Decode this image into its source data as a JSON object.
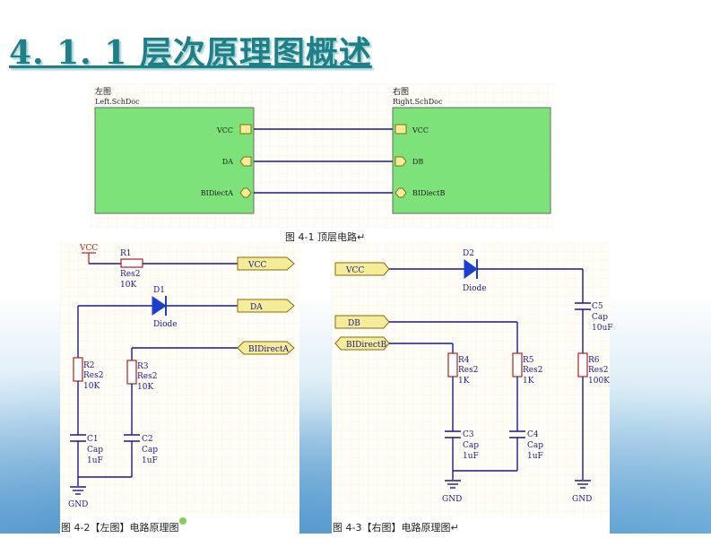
{
  "slide": {
    "title": "4. 1. 1  层次原理图概述"
  },
  "top_figure": {
    "left_sheet": {
      "name_cn": "左图",
      "file": "Left.SchDoc",
      "ports": [
        "VCC",
        "DA",
        "BIDiectA"
      ]
    },
    "right_sheet": {
      "name_cn": "右图",
      "file": "Right.SchDoc",
      "ports": [
        "VCC",
        "DB",
        "BIDiectB"
      ]
    },
    "caption": "图 4-1 顶层电路↵"
  },
  "left_figure": {
    "vcc_power": "VCC",
    "gnd": "GND",
    "r1": {
      "ref": "R1",
      "type": "Res2",
      "value": "10K"
    },
    "d1": {
      "ref": "D1",
      "type": "Diode"
    },
    "r2": {
      "ref": "R2",
      "type": "Res2",
      "value": "10K"
    },
    "r3": {
      "ref": "R3",
      "type": "Res2",
      "value": "10K"
    },
    "c1": {
      "ref": "C1",
      "type": "Cap",
      "value": "1uF"
    },
    "c2": {
      "ref": "C2",
      "type": "Cap",
      "value": "1uF"
    },
    "ports": {
      "vcc": "VCC",
      "da": "DA",
      "bidir": "BIDirectA"
    },
    "caption": "图 4-2【左图】电路原理图"
  },
  "right_figure": {
    "gnd1": "GND",
    "gnd2": "GND",
    "d2": {
      "ref": "D2",
      "type": "Diode"
    },
    "c5": {
      "ref": "C5",
      "type": "Cap",
      "value": "10uF"
    },
    "r4": {
      "ref": "R4",
      "type": "Res2",
      "value": "1K"
    },
    "r5": {
      "ref": "R5",
      "type": "Res2",
      "value": "1K"
    },
    "r6": {
      "ref": "R6",
      "type": "Res2",
      "value": "100K"
    },
    "c3": {
      "ref": "C3",
      "type": "Cap",
      "value": "1uF"
    },
    "c4": {
      "ref": "C4",
      "type": "Cap",
      "value": "1uF"
    },
    "ports": {
      "vcc": "VCC",
      "db": "DB",
      "bidir": "BIDirectB"
    },
    "caption": "图 4-3【右图】电路原理图↵"
  },
  "colors": {
    "title": "#1f7f86",
    "sheet_fill": "#7ee27a",
    "wire": "#1a1a8c",
    "port_fill": "#f5ec9a",
    "component": "#b02020",
    "diode": "#1a3fcf"
  }
}
